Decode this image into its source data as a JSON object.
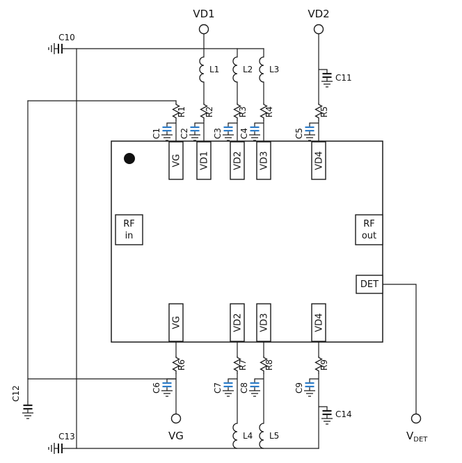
{
  "diagram": {
    "type": "circuit-schematic",
    "description": "RF amplifier IC bias / application schematic",
    "colors": {
      "wire": "#1a1a1a",
      "bypass_cap": "#2b7bc7",
      "background": "#ffffff"
    },
    "terminals": {
      "vd1": "VD1",
      "vd2": "VD2",
      "vg": "VG",
      "vdet_main": "V",
      "vdet_sub": "DET"
    },
    "ic": {
      "pins_top": [
        "VG",
        "VD1",
        "VD2",
        "VD3",
        "VD4"
      ],
      "pins_bottom": [
        "VG",
        "VD2",
        "VD3",
        "VD4"
      ],
      "rf_in": [
        "RF",
        "in"
      ],
      "rf_out": [
        "RF",
        "out"
      ],
      "det": "DET"
    },
    "inductors": {
      "l1": "L1",
      "l2": "L2",
      "l3": "L3",
      "l4": "L4",
      "l5": "L5"
    },
    "resistors": {
      "r1": "R1",
      "r2": "R2",
      "r3": "R3",
      "r4": "R4",
      "r5": "R5",
      "r6": "R6",
      "r7": "R7",
      "r8": "R8",
      "r9": "R9"
    },
    "capacitors": {
      "c1": "C1",
      "c2": "C2",
      "c3": "C3",
      "c4": "C4",
      "c5": "C5",
      "c6": "C6",
      "c7": "C7",
      "c8": "C8",
      "c9": "C9",
      "c10": "C10",
      "c11": "C11",
      "c12": "C12",
      "c13": "C13",
      "c14": "C14"
    }
  }
}
